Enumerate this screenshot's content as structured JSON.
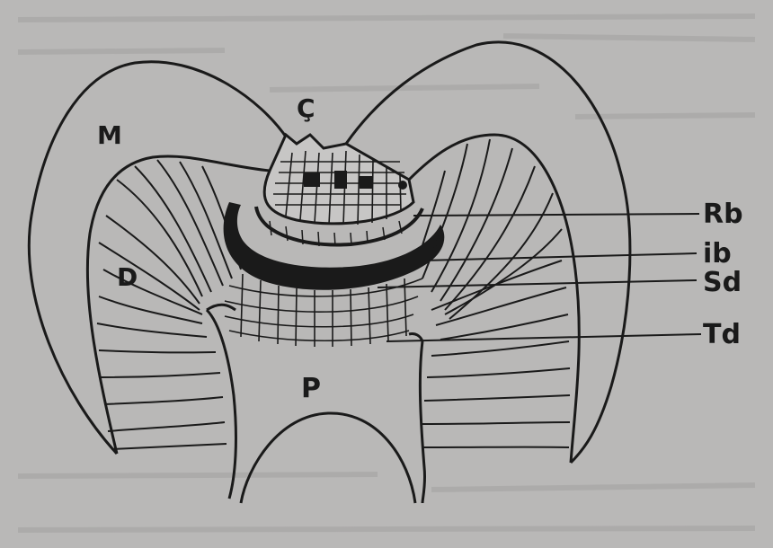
{
  "labels": {
    "enamel": "M",
    "cavity": "Ç",
    "dentin": "D",
    "pulp": "P",
    "reactive_band": "Rb",
    "inner_band": "ib",
    "sclerotic_dentin": "Sd",
    "tertiary_dentin": "Td"
  },
  "colors": {
    "page": "#b9b8b7",
    "ink": "#1a1a1a",
    "paper": "#d2d1d0"
  }
}
